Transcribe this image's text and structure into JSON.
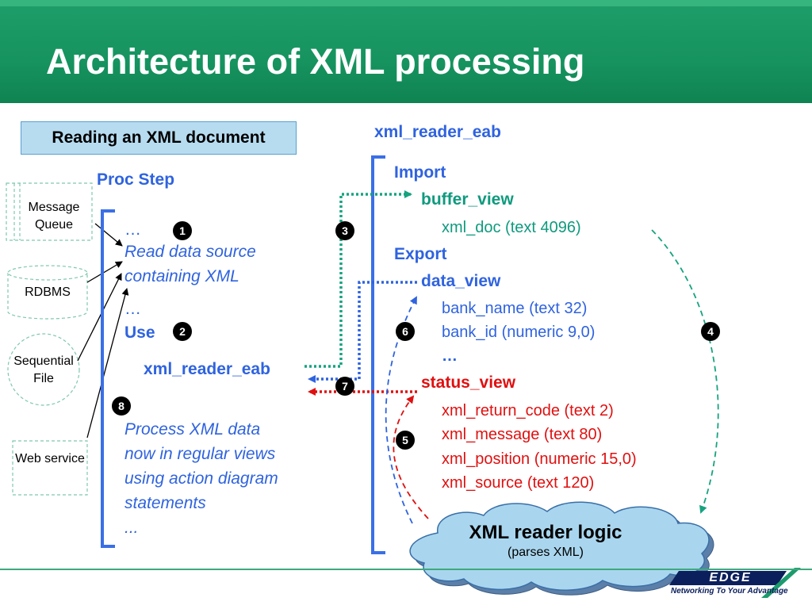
{
  "title": "Architecture of XML processing",
  "reading_label": "Reading an XML document",
  "sources": {
    "message_queue": "Message Queue",
    "rdbms": "RDBMS",
    "sequential_file": "Sequential File",
    "web_service": "Web service"
  },
  "proc_step": {
    "heading": "Proc Step",
    "ellipsis_1": "…",
    "read_line_1": "Read data source",
    "read_line_2": "containing XML",
    "ellipsis_2": "…",
    "use_label": "Use",
    "eab_name": "xml_reader_eab",
    "process_lines": [
      "Process XML data",
      "now in regular views",
      "using action diagram",
      "statements"
    ],
    "ellipsis_3": "..."
  },
  "eab": {
    "heading": "xml_reader_eab",
    "import_label": "Import",
    "buffer_view": "buffer_view",
    "xml_doc": "xml_doc  (text 4096)",
    "export_label": "Export",
    "data_view": "data_view",
    "bank_name": "bank_name (text 32)",
    "bank_id": "bank_id (numeric 9,0)",
    "data_ellipsis": "…",
    "status_view": "status_view",
    "status_fields": [
      "xml_return_code (text 2)",
      "xml_message (text 80)",
      "xml_position (numeric 15,0)",
      "xml_source (text 120)"
    ]
  },
  "cloud": {
    "title": "XML reader logic",
    "subtitle": "(parses XML)"
  },
  "badges": [
    "1",
    "2",
    "3",
    "4",
    "5",
    "6",
    "7",
    "8"
  ],
  "footer": {
    "logo_text": "EDGE",
    "tagline": "Networking To Your Advantage"
  },
  "colors": {
    "header_green": "#16935f",
    "blue": "#2f63df",
    "teal": "#0f9a7e",
    "red": "#e01010",
    "box_fill": "#b7dcf0",
    "cloud_fill": "#a9d6ee"
  }
}
